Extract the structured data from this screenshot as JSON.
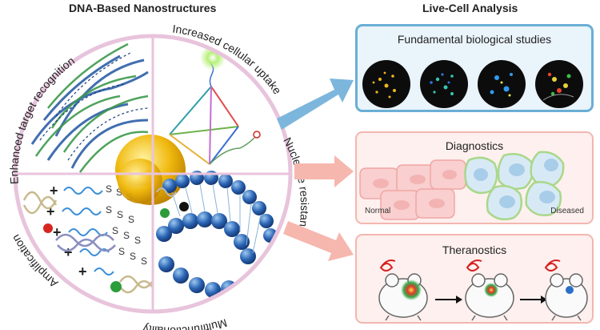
{
  "header_left": "DNA-Based Nanostructures",
  "header_right": "Live-Cell Analysis",
  "circle": {
    "labels": {
      "top_left": "Enhanced target recognition",
      "top_right": "Increased cellular uptake",
      "right": "Nuclease resistance",
      "bottom": "Multifunctionality",
      "bottom_left": "Amplification"
    }
  },
  "panels": {
    "fundamental": {
      "title": "Fundamental biological studies"
    },
    "diagnostics": {
      "title": "Diagnostics",
      "label_normal": "Normal",
      "label_diseased": "Diseased"
    },
    "theranostics": {
      "title": "Theranostics"
    }
  },
  "colors": {
    "circle_border": "#e8c4dc",
    "panel_blue": "#6aaed6",
    "panel_pink": "#f2b7b0",
    "arrow_blue": "#7db6dc",
    "arrow_pink": "#f6b7ae"
  }
}
